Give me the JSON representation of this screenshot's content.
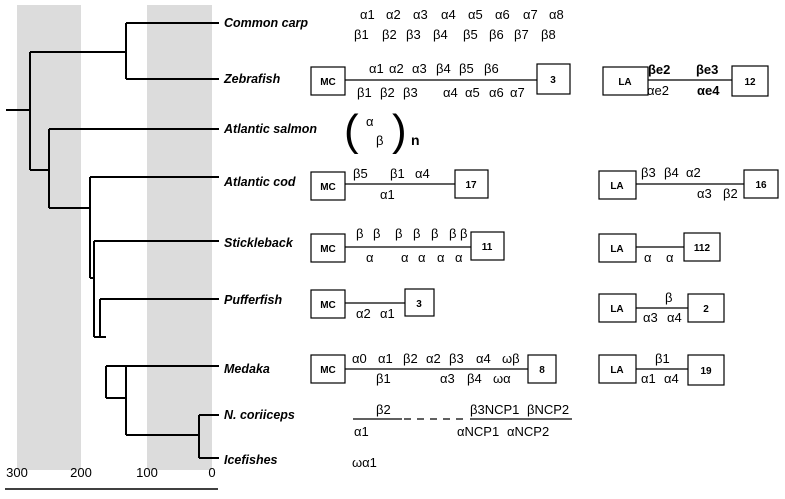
{
  "axis": {
    "ticks": [
      {
        "label": "300",
        "value": 300
      },
      {
        "label": "200",
        "value": 200
      },
      {
        "label": "100",
        "value": 100
      },
      {
        "label": "0",
        "value": 0
      }
    ]
  },
  "species": [
    "Common carp",
    "Zebrafish",
    "Atlantic salmon",
    "Atlantic cod",
    "Stickleback",
    "Pufferfish",
    "Medaka",
    "N. coriiceps",
    "Icefishes"
  ],
  "boxes": {
    "mc": "MC",
    "la": "LA",
    "zebrafish_mc_count": "3",
    "zebrafish_la_count": "12",
    "cod_mc_count": "17",
    "cod_la_count": "16",
    "stickleback_mc_count": "11",
    "stickleback_la_count": "112",
    "pufferfish_mc_count": "3",
    "pufferfish_la_count": "2",
    "medaka_mc_count": "8",
    "medaka_la_count": "19"
  },
  "genes": {
    "carp_top": [
      "α1",
      "α2",
      "α3",
      "α4",
      "α5",
      "α6",
      "α7",
      "α8"
    ],
    "carp_bottom": [
      "β1",
      "β2",
      "β3",
      "β4",
      "β5",
      "β6",
      "β7",
      "β8"
    ],
    "zebra_mc_top": [
      "α1",
      "α2",
      "α3",
      "β4",
      "β5",
      "β6"
    ],
    "zebra_mc_bottom": [
      "β1",
      "β2",
      "β3",
      "α4",
      "α5",
      "α6",
      "α7"
    ],
    "zebra_la_top": [
      "βe2",
      "βe3"
    ],
    "zebra_la_bottom": [
      "αe2",
      "αe4"
    ],
    "salmon_alpha": "α",
    "salmon_beta": "β",
    "salmon_n": "n",
    "cod_mc_top": [
      "β5",
      "β1",
      "α4"
    ],
    "cod_mc_bottom": [
      "α1"
    ],
    "cod_la_top": [
      "β3",
      "β4",
      "α2"
    ],
    "cod_la_bottom": [
      "α3",
      "β2"
    ],
    "stickle_mc_top": [
      "β",
      "β",
      "β",
      "β",
      "β",
      "β",
      "β"
    ],
    "stickle_mc_bottom": [
      "α",
      "α",
      "α",
      "α",
      "α"
    ],
    "stickle_la_bottom": [
      "α",
      "α"
    ],
    "puffer_mc_bottom": [
      "α2",
      "α1"
    ],
    "puffer_la_top": [
      "β"
    ],
    "puffer_la_bottom": [
      "α3",
      "α4"
    ],
    "medaka_mc_top": [
      "α0",
      "α1",
      "β2",
      "α2",
      "β3",
      "α4",
      "ωβ"
    ],
    "medaka_mc_bottom": [
      "β1",
      "α3",
      "β4",
      "ωα"
    ],
    "medaka_la_top": [
      "β1"
    ],
    "medaka_la_bottom": [
      "α1",
      "α4"
    ],
    "ncor_top": [
      "β2",
      "β3NCP1",
      "βNCP2"
    ],
    "ncor_bottom": [
      "α1",
      "αNCP1",
      "αNCP2"
    ],
    "icefish": "ωα1"
  },
  "colors": {
    "band": "#dcdcdc",
    "line": "#000000"
  }
}
